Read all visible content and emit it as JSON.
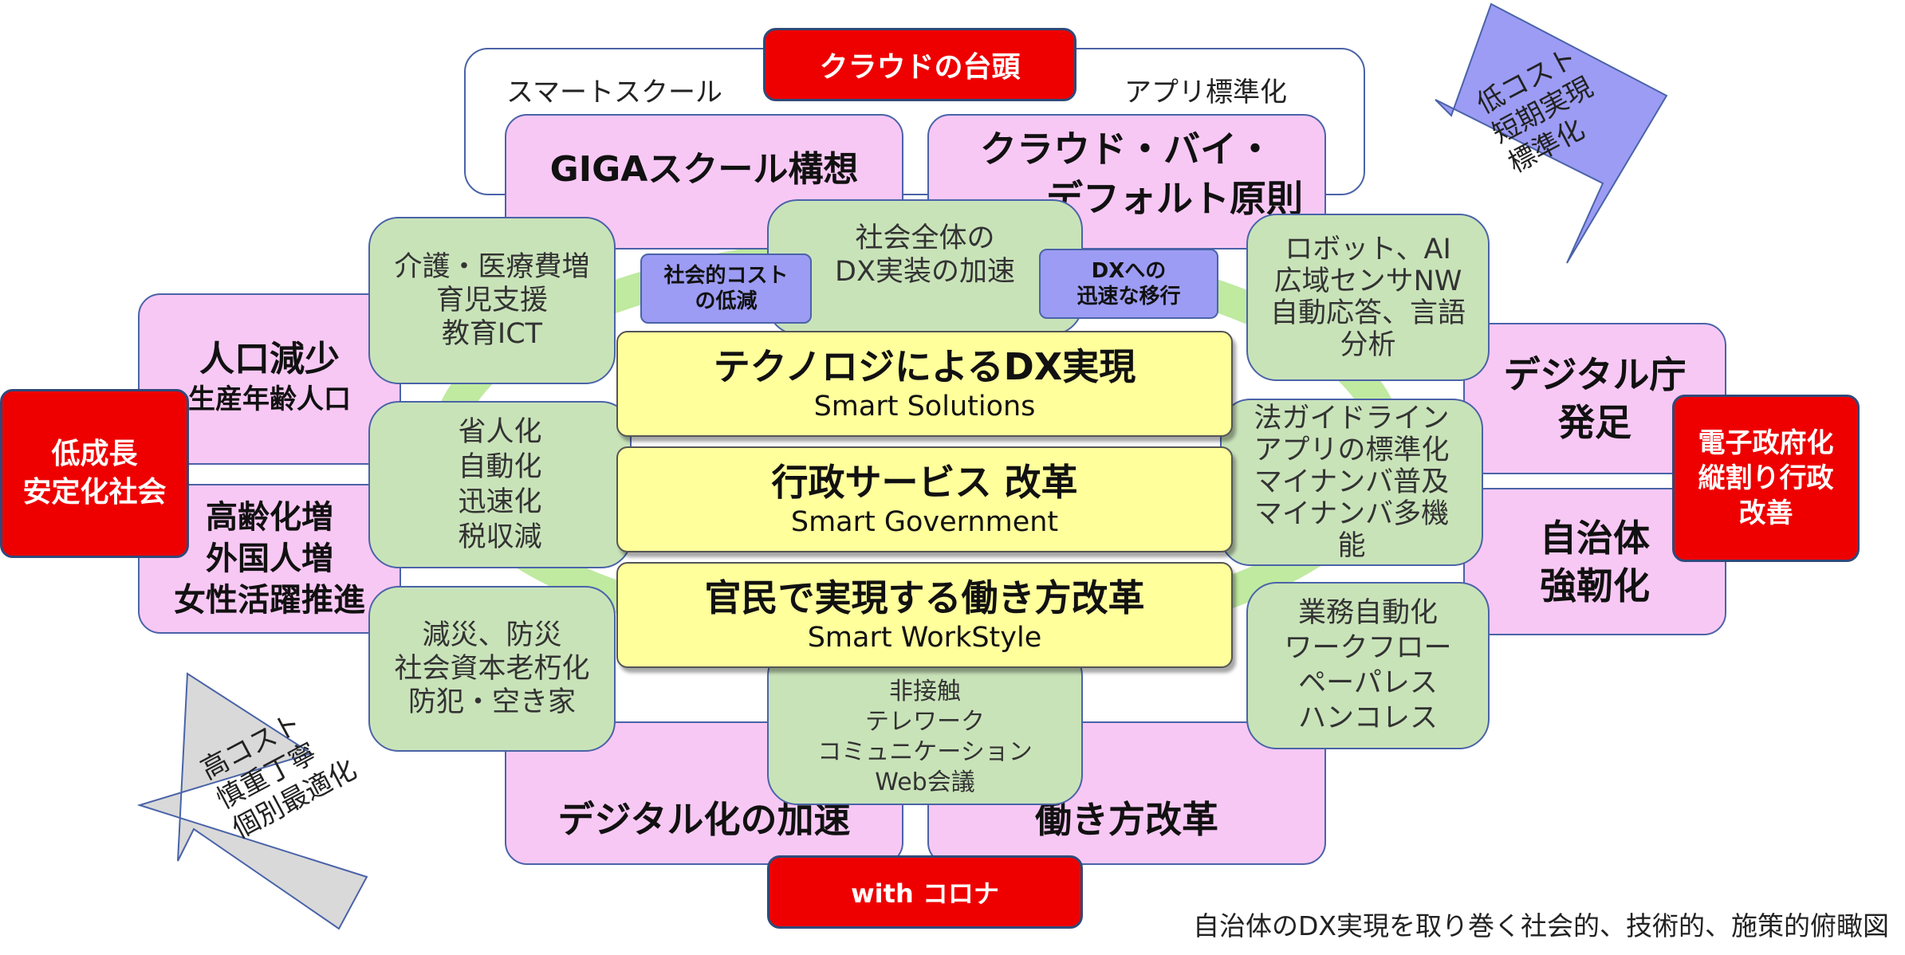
{
  "top_bar": {
    "left_label": "スマートスクール",
    "right_label": "アプリ標準化"
  },
  "red_labels": {
    "cloud": "クラウドの台頭",
    "low_growth": [
      "低成長",
      "安定化社会"
    ],
    "egov": [
      "電子政府化",
      "縦割り行政",
      "改善"
    ],
    "corona": "with コロナ"
  },
  "pink_boxes": {
    "giga": "GIGAスクール構想",
    "cloud_default": [
      "クラウド・バイ・",
      "デフォルト原則"
    ],
    "population": [
      "人口減少",
      "生産年齢人口"
    ],
    "aging": [
      "高齢化増",
      "外国人増",
      "女性活躍推進"
    ],
    "digital_agency": [
      "デジタル庁",
      "発足"
    ],
    "local_gov": [
      "自治体",
      "強靭化"
    ],
    "digitalization": "デジタル化の加速",
    "work_reform": "働き方改革"
  },
  "green_boxes": {
    "care": [
      "介護・医療費増",
      "育児支援",
      "教育ICT"
    ],
    "society_dx": [
      "社会全体の",
      "DX実装の加速"
    ],
    "robot": [
      "ロボット、AI",
      "広域センサNW",
      "自動応答、言語",
      "分析"
    ],
    "labor": [
      "省人化",
      "自動化",
      "迅速化",
      "税収減"
    ],
    "law": [
      "法ガイドライン",
      "アプリの標準化",
      "マイナンバ普及",
      "マイナンバ多機",
      "能"
    ],
    "disaster": [
      "減災、防災",
      "社会資本老朽化",
      "防犯・空き家"
    ],
    "contactless": [
      "非接触",
      "テレワーク",
      "コミュニケーション",
      "Web会議"
    ],
    "business": [
      "業務自動化",
      "ワークフロー",
      "ペーパレス",
      "ハンコレス"
    ]
  },
  "purple_boxes": {
    "social_cost": [
      "社会的コスト",
      "の低減"
    ],
    "dx_transition": [
      "DXへの",
      "迅速な移行"
    ]
  },
  "center_boxes": [
    {
      "title": "テクノロジによるDX実現",
      "subtitle": "Smart Solutions"
    },
    {
      "title": "行政サービス 改革",
      "subtitle": "Smart Government"
    },
    {
      "title": "官民で実現する働き方改革",
      "subtitle": "Smart WorkStyle"
    }
  ],
  "arrows": {
    "right": [
      "低コスト",
      "短期実現",
      "標準化"
    ],
    "left": [
      "高コスト",
      "慎重丁寧",
      "個別最適化"
    ]
  },
  "caption": "自治体のDX実現を取り巻く社会的、技術的、施策的俯瞰図",
  "colors": {
    "pink": "#f8c8f4",
    "green": "#c9e3b9",
    "red": "#ee0000",
    "purple": "#9c9cf4",
    "yellow": "#ffff9c",
    "arrow_right": "#9c9cf4",
    "arrow_left": "#d9d9d9"
  }
}
